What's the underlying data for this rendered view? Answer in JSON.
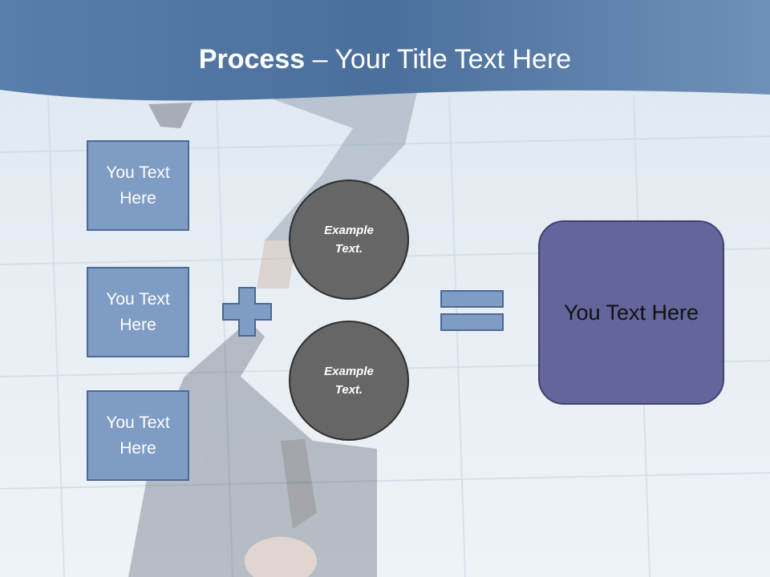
{
  "slide": {
    "title_bold": "Process",
    "title_rest": " – Your Title Text Here"
  },
  "inputs": [
    {
      "label": "You Text Here"
    },
    {
      "label": "You Text Here"
    },
    {
      "label": "You Text Here"
    }
  ],
  "circles": [
    {
      "label": "Example Text."
    },
    {
      "label": "Example Text."
    }
  ],
  "result": {
    "label": "You Text Here"
  },
  "colors": {
    "header": "#4f73a0",
    "box_fill": "#7f9cc4",
    "circle_fill": "#666666",
    "result_fill": "#63659b"
  },
  "icons": [
    "plus-icon",
    "equals-icon"
  ]
}
